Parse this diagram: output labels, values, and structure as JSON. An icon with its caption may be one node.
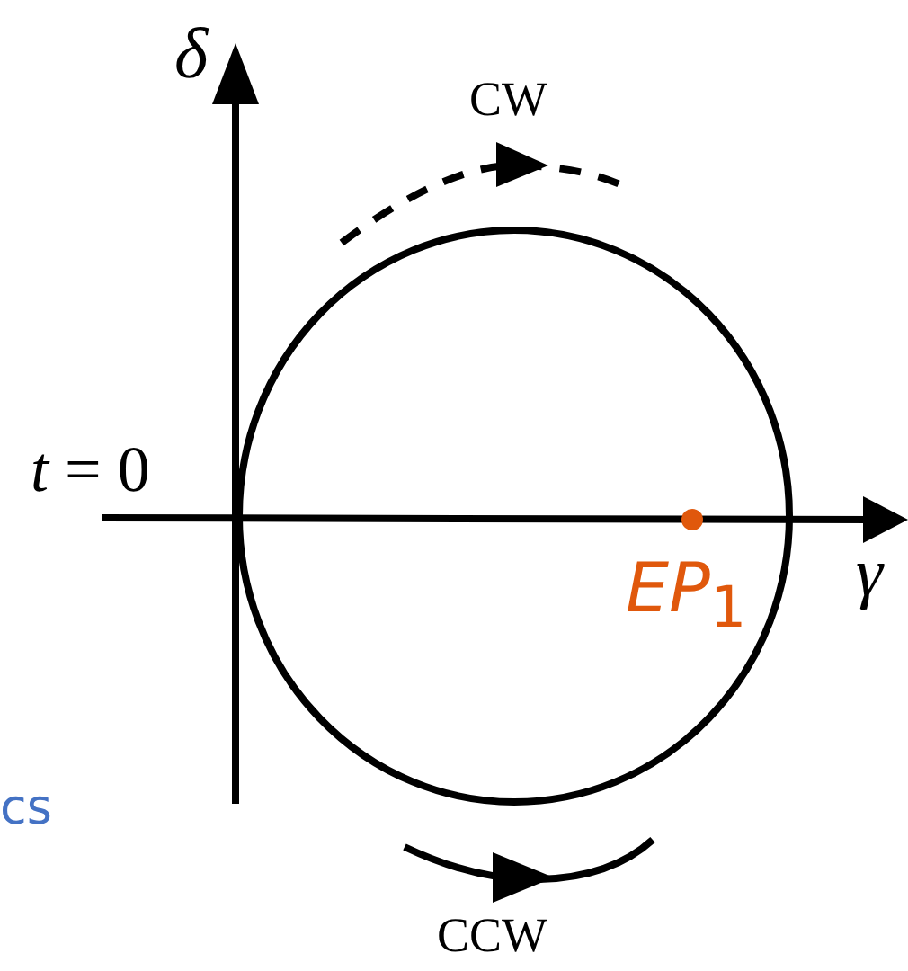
{
  "diagram": {
    "labels": [
      "δ",
      "CW",
      "*t* = 0",
      "γ",
      "*EP*$_{1}$",
      "cs",
      "CCW"
    ]
  }
}
